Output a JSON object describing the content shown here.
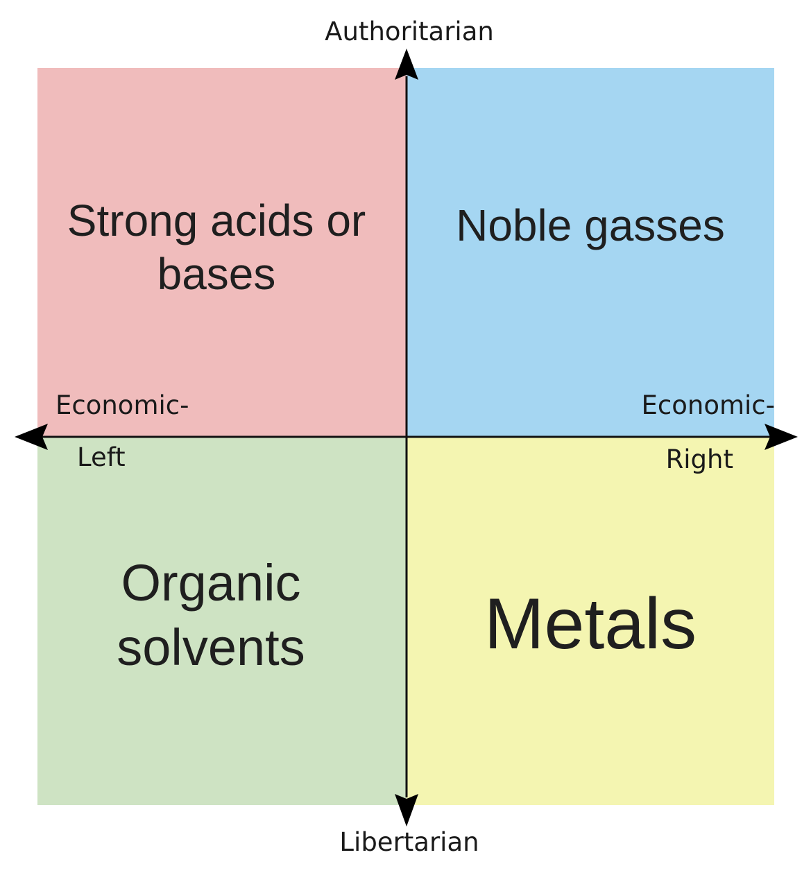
{
  "diagram": {
    "type": "political-compass-meme",
    "axes": {
      "top": "Authoritarian",
      "bottom": "Libertarian",
      "left_line1": "Economic-",
      "left_line2": "Left",
      "right_line1": "Economic-",
      "right_line2": "Right"
    },
    "quadrants": {
      "top_left": {
        "line1": "Strong acids or",
        "line2": "bases",
        "color": "#f0bcbc"
      },
      "top_right": {
        "line1": "Noble gasses",
        "color": "#a5d6f2"
      },
      "bottom_left": {
        "line1": "Organic",
        "line2": "solvents",
        "color": "#cee3c3"
      },
      "bottom_right": {
        "line1": "Metals",
        "color": "#f4f5b1"
      }
    }
  }
}
